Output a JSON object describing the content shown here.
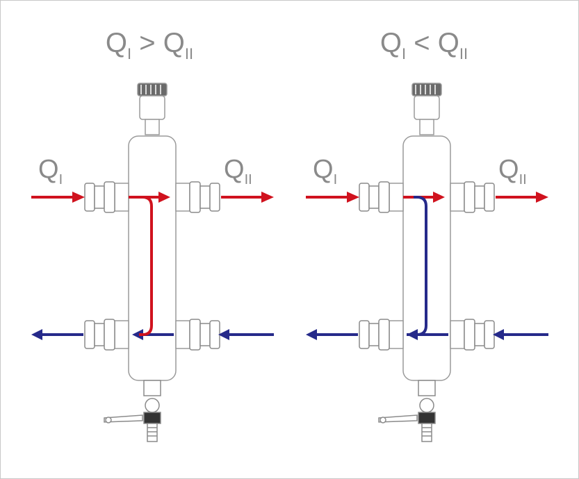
{
  "panels": [
    {
      "title": {
        "q": "Q",
        "sub1": "I",
        "op": ">",
        "sub2": "II"
      },
      "inlet_label": {
        "q": "Q",
        "sub": "I"
      },
      "outlet_label": {
        "q": "Q",
        "sub": "II"
      },
      "bypass_color": "#d0121e"
    },
    {
      "title": {
        "q": "Q",
        "sub1": "I",
        "op": "<",
        "sub2": "II"
      },
      "inlet_label": {
        "q": "Q",
        "sub": "I"
      },
      "outlet_label": {
        "q": "Q",
        "sub": "II"
      },
      "bypass_color": "#262a8a"
    }
  ],
  "colors": {
    "hot": "#d0121e",
    "cold": "#262a8a",
    "text": "#8a8a8a",
    "outline": "#9a9a9a"
  }
}
